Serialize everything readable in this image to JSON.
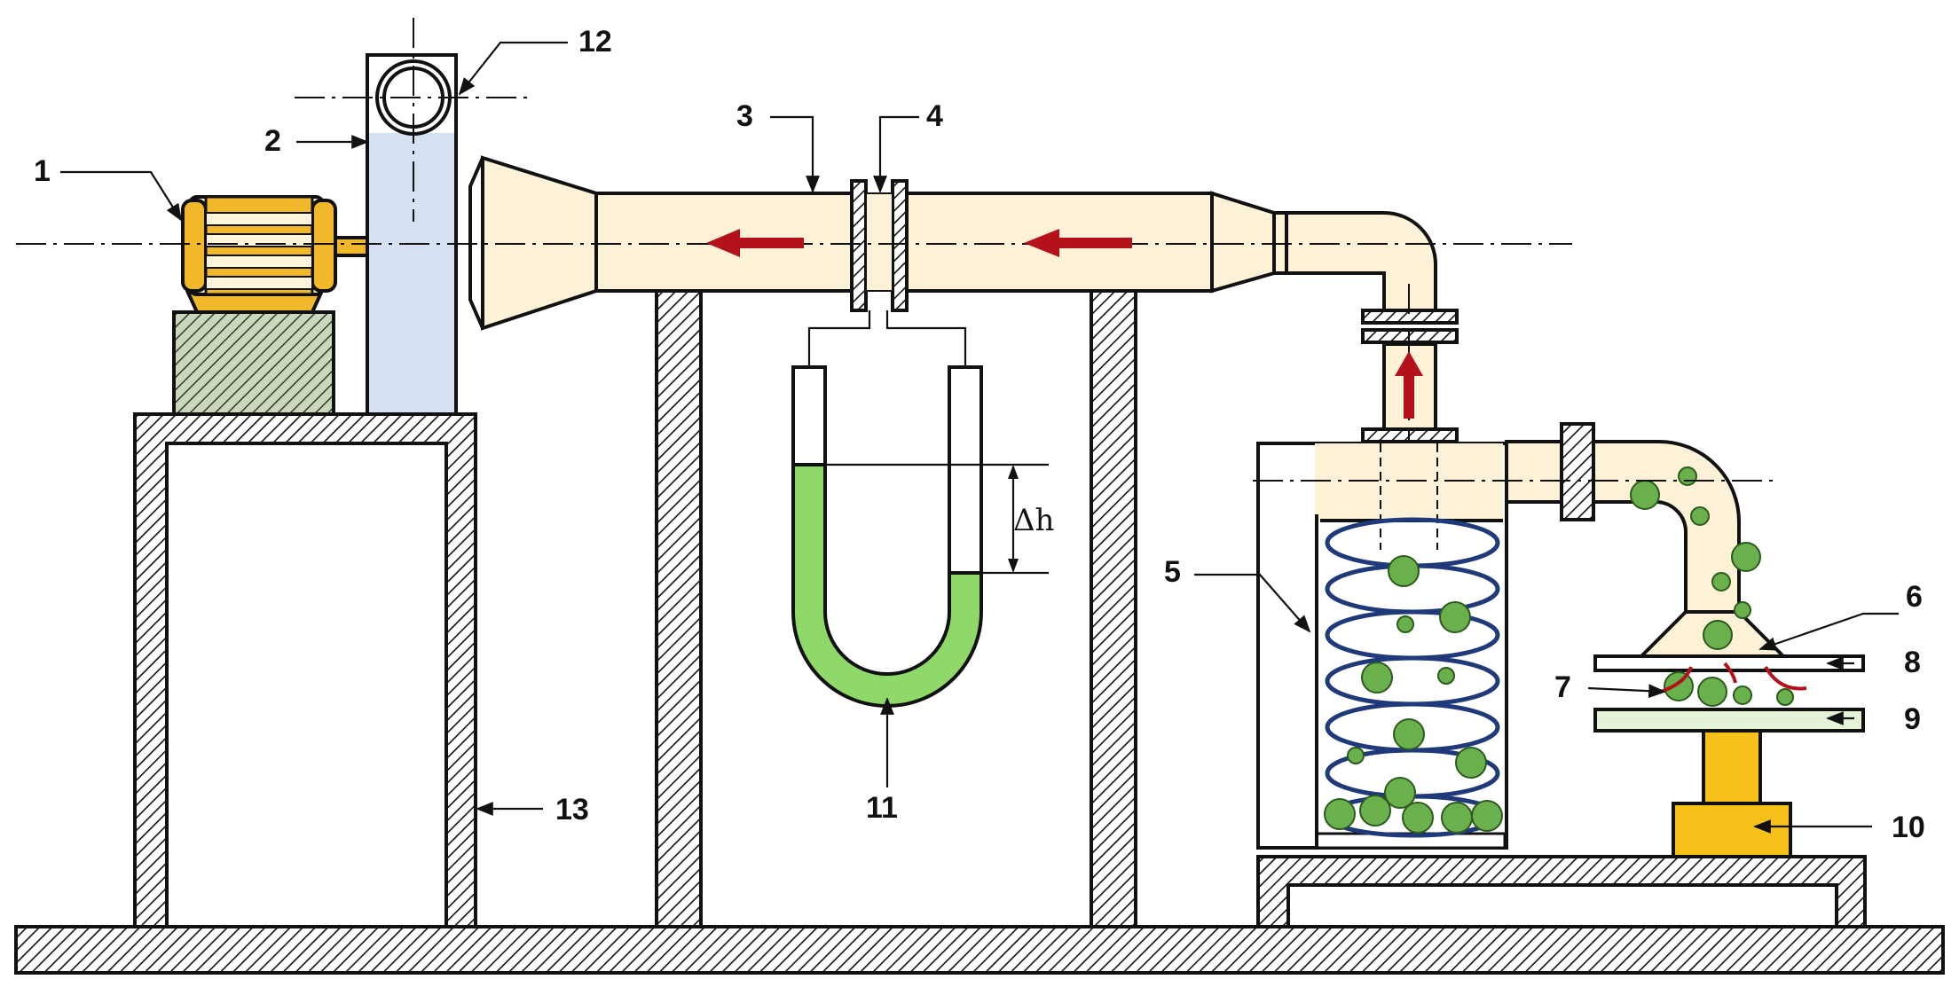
{
  "figure": {
    "labels": [
      {
        "id": "1",
        "text": "1"
      },
      {
        "id": "2",
        "text": "2"
      },
      {
        "id": "3",
        "text": "3"
      },
      {
        "id": "4",
        "text": "4"
      },
      {
        "id": "5",
        "text": "5"
      },
      {
        "id": "6",
        "text": "6"
      },
      {
        "id": "7",
        "text": "7"
      },
      {
        "id": "8",
        "text": "8"
      },
      {
        "id": "9",
        "text": "9"
      },
      {
        "id": "10",
        "text": "10"
      },
      {
        "id": "11",
        "text": "11"
      },
      {
        "id": "12",
        "text": "12"
      },
      {
        "id": "13",
        "text": "13"
      }
    ],
    "delta_h": "Δh"
  },
  "colors": {
    "duct": "#fdf1d8",
    "fan_housing": "#d5e1f3",
    "motor": "#f0b82a",
    "liquid": "#8fd86a",
    "particle": "#6ab04c",
    "coil": "#1f3a7a",
    "flow_arrow": "#b3121b",
    "pedestal": "#f6c21a",
    "frame_hatch": "#111111",
    "base_hatch_green": "#5c7a4c"
  }
}
